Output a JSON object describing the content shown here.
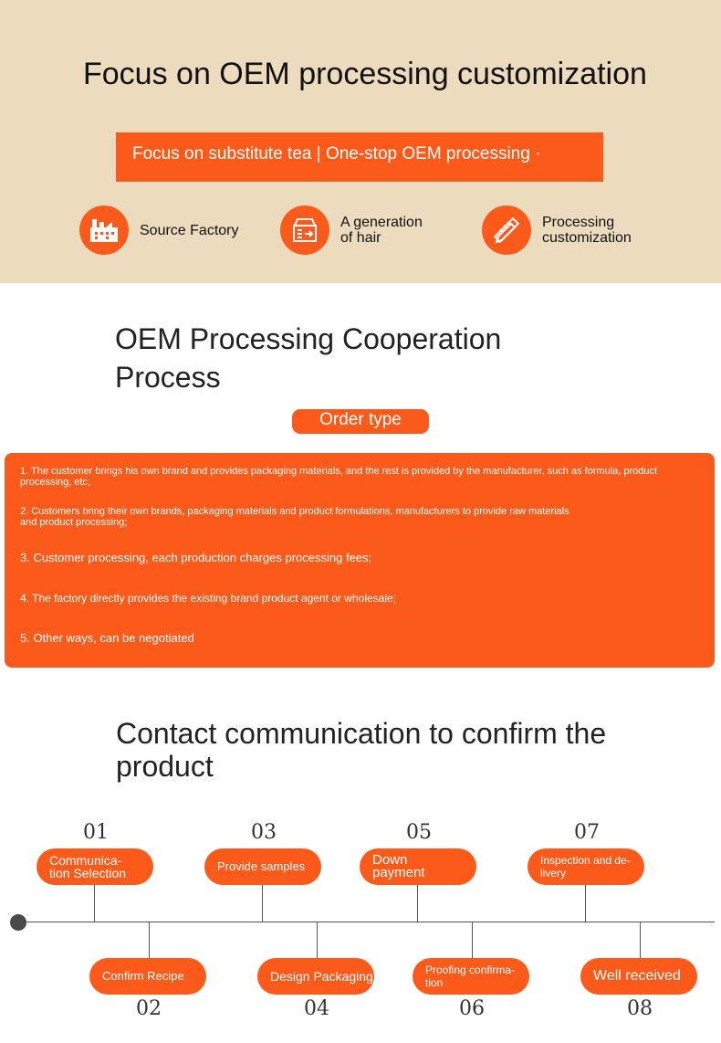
{
  "hero": {
    "title": "Focus on OEM processing customization",
    "banner": "Focus on substitute tea | One-stop OEM processing ·",
    "features": [
      {
        "icon": "factory-icon",
        "label": "Source Factory"
      },
      {
        "icon": "box-icon",
        "label": "A generation\nof hair"
      },
      {
        "icon": "pencil-ruler-icon",
        "label": "Processing\ncustomization"
      }
    ]
  },
  "cooperation": {
    "title": "OEM Processing Cooperation Process",
    "order_type_label": "Order type",
    "items": [
      "1. The customer brings his own brand and provides packaging materials, and the rest is provided by the manufacturer, such as formula, product processing, etc;",
      "2. Customers bring their own brands, packaging materials and product formulations, manufacturers to provide raw materials and product processing;",
      "3. Customer processing, each production charges processing fees;",
      "4. The factory directly provides the existing brand product agent or wholesale;",
      "5. Other ways, can be negotiated"
    ]
  },
  "contact": {
    "title": "Contact communication to confirm the product",
    "steps": [
      {
        "num": "01",
        "label": "Communica-\ntion Selection"
      },
      {
        "num": "02",
        "label": "Confirm Recipe"
      },
      {
        "num": "03",
        "label": "Provide samples"
      },
      {
        "num": "04",
        "label": "Design Packaging"
      },
      {
        "num": "05",
        "label": "Down payment"
      },
      {
        "num": "06",
        "label": "Proofing confirma-\ntion"
      },
      {
        "num": "07",
        "label": "Inspection and de-\nlivery"
      },
      {
        "num": "08",
        "label": "Well received"
      }
    ]
  },
  "colors": {
    "accent": "#fb5a1b",
    "hero_bg": "#ecdcbd"
  }
}
